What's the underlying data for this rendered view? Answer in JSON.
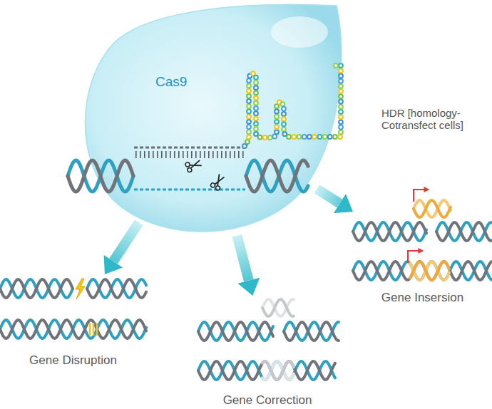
{
  "diagram": {
    "nodes": [
      {
        "text": [
          "Cas9"
        ]
      },
      {
        "text": [
          "Gene Disruption"
        ]
      },
      {
        "text": [
          "Gene Correction"
        ]
      },
      {
        "text": [
          "Gene Insersion"
        ]
      }
    ],
    "edges": [
      {
        "from": 0,
        "to": 1,
        "arrow": "to"
      },
      {
        "from": 0,
        "to": 2,
        "arrow": "to"
      },
      {
        "from": 0,
        "to": 3,
        "arrow": "to",
        "label": "HDR [homology- Cotransfect cells]"
      }
    ]
  }
}
